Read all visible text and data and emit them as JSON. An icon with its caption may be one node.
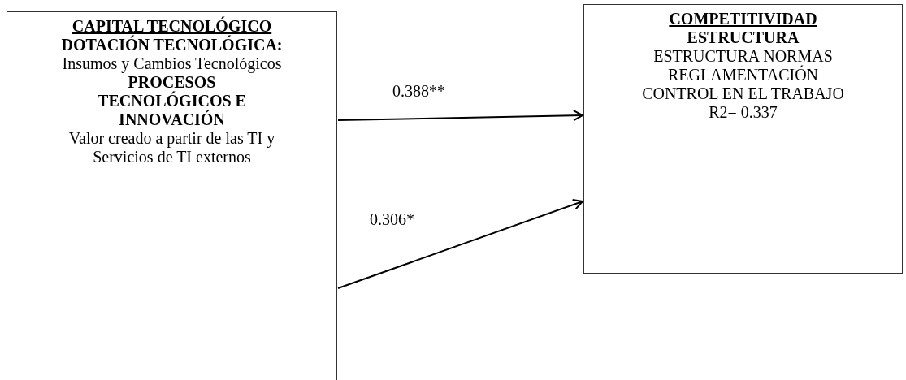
{
  "diagram": {
    "nodes": [
      {
        "text": [
          "CAPITAL TECNOLÓGICO",
          "DOTACIÓN TECNOLÓGICA:",
          "Insumos y Cambios Tecnológicos",
          "PROCESOS TECNOLÓGICOS E INNOVACIÓN",
          "Valor creado a partir de las TI y Servicios de TI externos"
        ]
      },
      {
        "text": [
          "COMPETITIVIDAD",
          "ESTRUCTURA",
          "ESTRUCTURA NORMAS",
          "REGLAMENTACIÓN",
          "CONTROL EN EL TRABAJO",
          "R2= 0.337"
        ]
      }
    ],
    "edges": [
      {
        "from": 0,
        "to": 1,
        "arrow": "to",
        "label": "0.388**"
      },
      {
        "from": 0,
        "to": 1,
        "arrow": "to",
        "label": "0.306*"
      }
    ]
  }
}
